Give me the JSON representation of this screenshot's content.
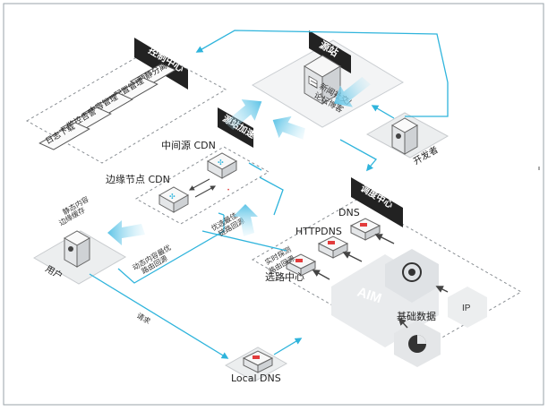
{
  "panels": {
    "control": {
      "title": "控制中心",
      "items": [
        "动静分离",
        "配置管理",
        "内容管理",
        "监控告警",
        "日志下载"
      ]
    },
    "origin": {
      "title": "源站",
      "note_line1": "新闻社交/",
      "note_line2": "论坛博客"
    },
    "accel": {
      "title": "源站加速"
    },
    "dispatch": {
      "title": "调度中心"
    }
  },
  "nodes": {
    "mid_cdn": "中间源 CDN",
    "edge_cdn": "边缘节点 CDN",
    "developer": "开发者",
    "user": "用户",
    "local_dns": "Local DNS",
    "dns": "DNS",
    "httpdns": "HTTPDNS",
    "select_center": "选路中心",
    "base_data": "基础数据",
    "aim": "AIM",
    "ip": "IP"
  },
  "annotations": {
    "user_note_line1": "静态内容",
    "user_note_line2": "边缘缓存",
    "dynamic_line1": "动态内容最优",
    "dynamic_line2": "路由回源",
    "optimal_line1": "优选最佳",
    "optimal_line2": "链路回源",
    "probe_line1": "实时探测",
    "probe_line2": "路由回源",
    "request": "请求"
  },
  "colors": {
    "accent": "#2fb4dc",
    "flag": "#2a2a2a",
    "gray_line": "#555555",
    "plate": "#eef0f2",
    "red": "#e23b3b"
  }
}
